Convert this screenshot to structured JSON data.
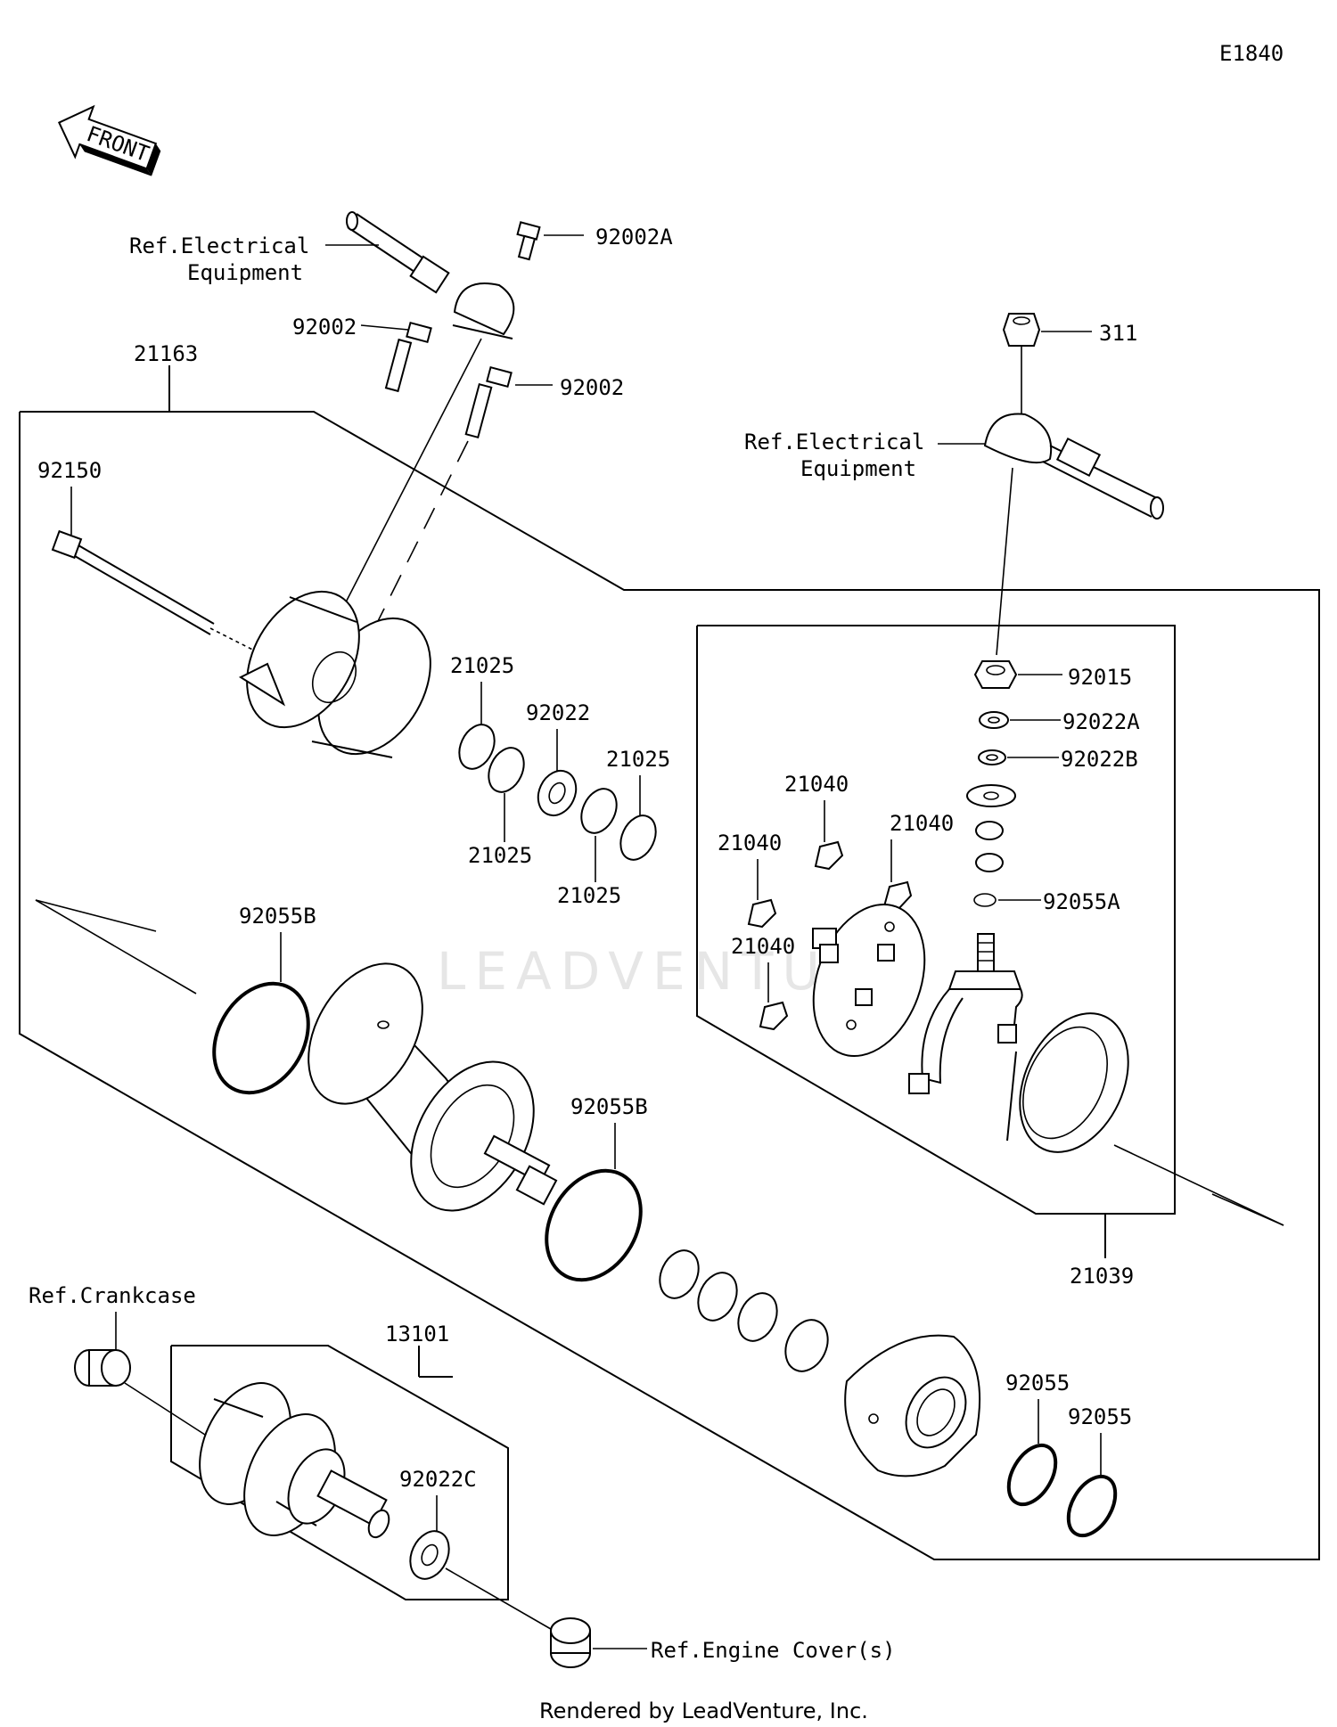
{
  "diagram_id": "E1840",
  "front_label": "FRONT",
  "watermark": "LEADVENTURE",
  "footer": "Rendered by LeadVenture, Inc.",
  "refs": {
    "electrical_1_line1": "Ref.Electrical",
    "electrical_1_line2": "Equipment",
    "electrical_2_line1": "Ref.Electrical",
    "electrical_2_line2": "Equipment",
    "crankcase": "Ref.Crankcase",
    "engine_cover": "Ref.Engine Cover(s)"
  },
  "parts": {
    "p92002A": "92002A",
    "p92002_left": "92002",
    "p92002_right": "92002",
    "p21163": "21163",
    "p311": "311",
    "p92150": "92150",
    "p21025_a": "21025",
    "p92022": "92022",
    "p21025_b": "21025",
    "p21025_c": "21025",
    "p21025_d": "21025",
    "p92015": "92015",
    "p92022A": "92022A",
    "p92022B": "92022B",
    "p21040_a": "21040",
    "p21040_b": "21040",
    "p21040_c": "21040",
    "p21040_d": "21040",
    "p92055A": "92055A",
    "p92055B_a": "92055B",
    "p92055B_b": "92055B",
    "p21039": "21039",
    "p13101": "13101",
    "p92022C": "92022C",
    "p92055_a": "92055",
    "p92055_b": "92055"
  }
}
